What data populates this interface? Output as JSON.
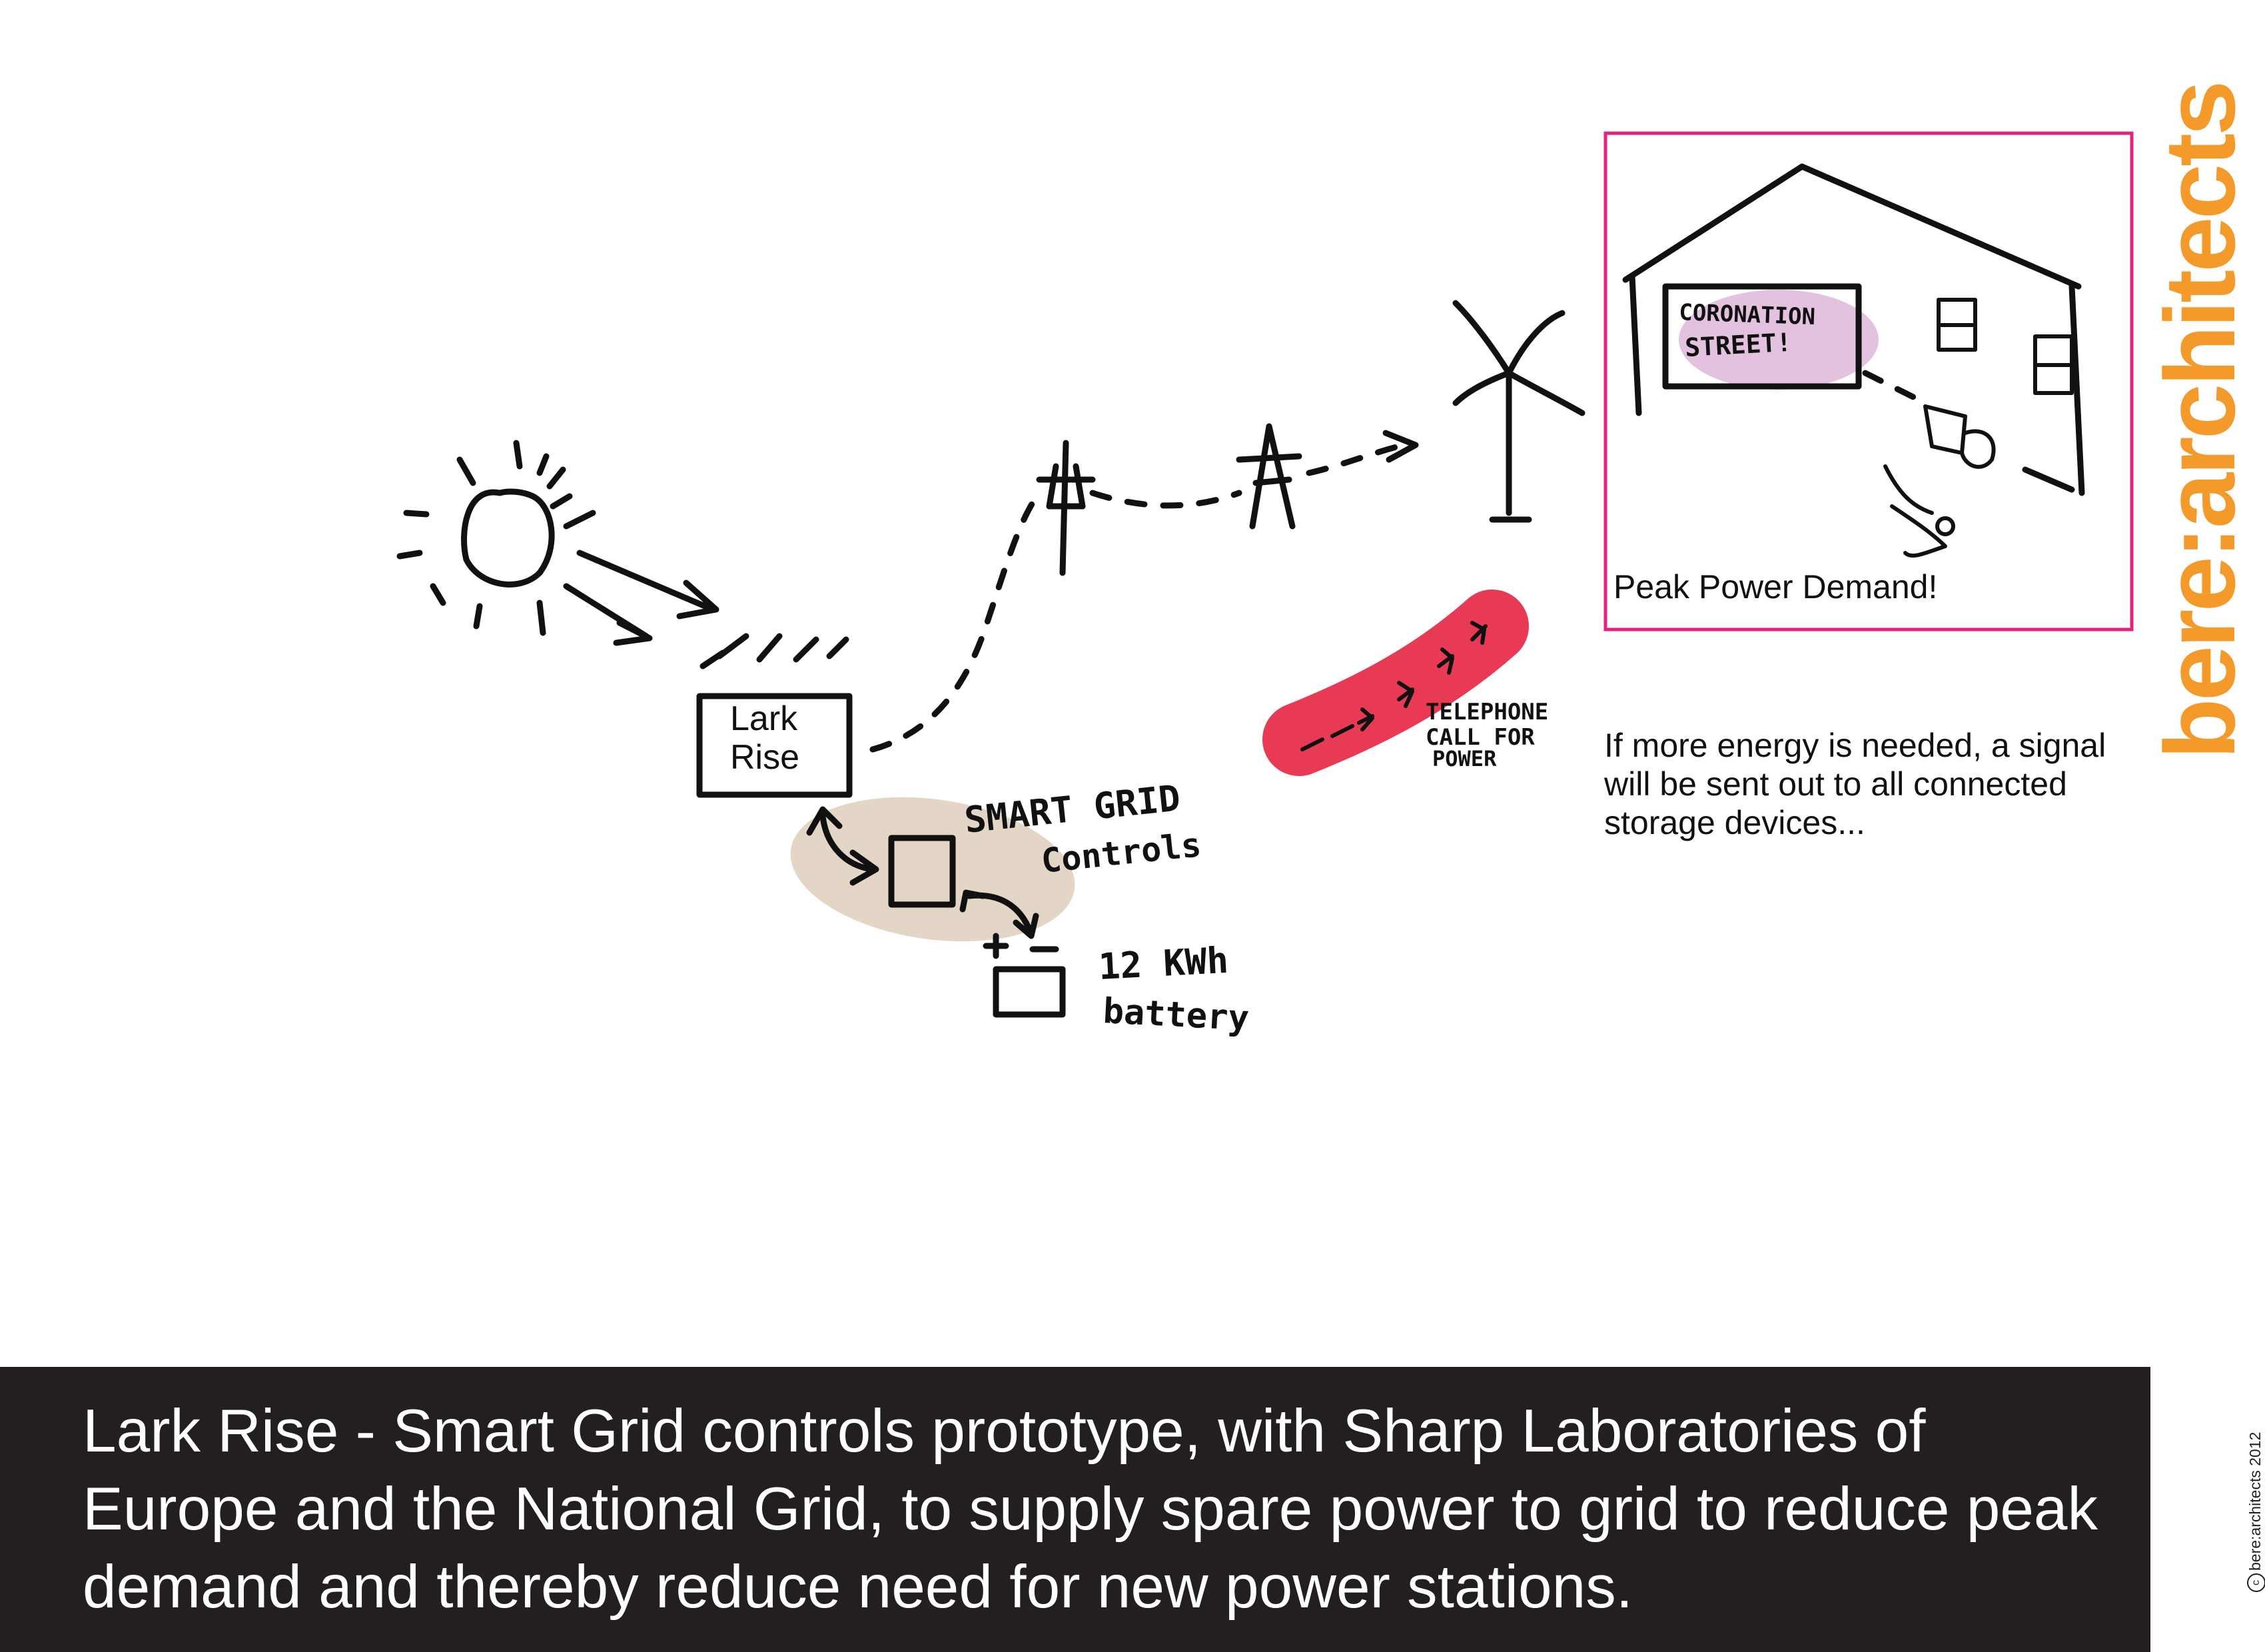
{
  "diagram": {
    "house_label": "Lark\nRise",
    "house_label_lines": [
      "Lark",
      "Rise"
    ],
    "smart_grid_label": [
      "SMART GRID",
      "Controls"
    ],
    "battery_label": [
      "12 KWh",
      "battery"
    ],
    "telephone_label": [
      "TELEPHONE",
      "CALL FOR",
      "POWER"
    ],
    "tv_label": [
      "CORONATION",
      "STREET!"
    ],
    "peak_label": "Peak Power Demand!",
    "energy_note": "If more energy is needed, a signal will be sent out to all connected storage devices...",
    "colors": {
      "peak_frame": "#e2237f",
      "telephone_highlight": "#e83a55",
      "controls_highlight": "#e4d6c6",
      "tv_highlight": "#e3c2df",
      "brand": "#f39a2a",
      "caption_bar": "#231f20"
    }
  },
  "caption": "Lark Rise - Smart Grid controls prototype, with Sharp Laboratories of Europe and the National Grid, to supply spare power to grid to reduce peak demand and thereby reduce need for new power stations.",
  "brand": "bere:architects",
  "copyright": "bere:architects 2012",
  "copyright_symbol": "c"
}
